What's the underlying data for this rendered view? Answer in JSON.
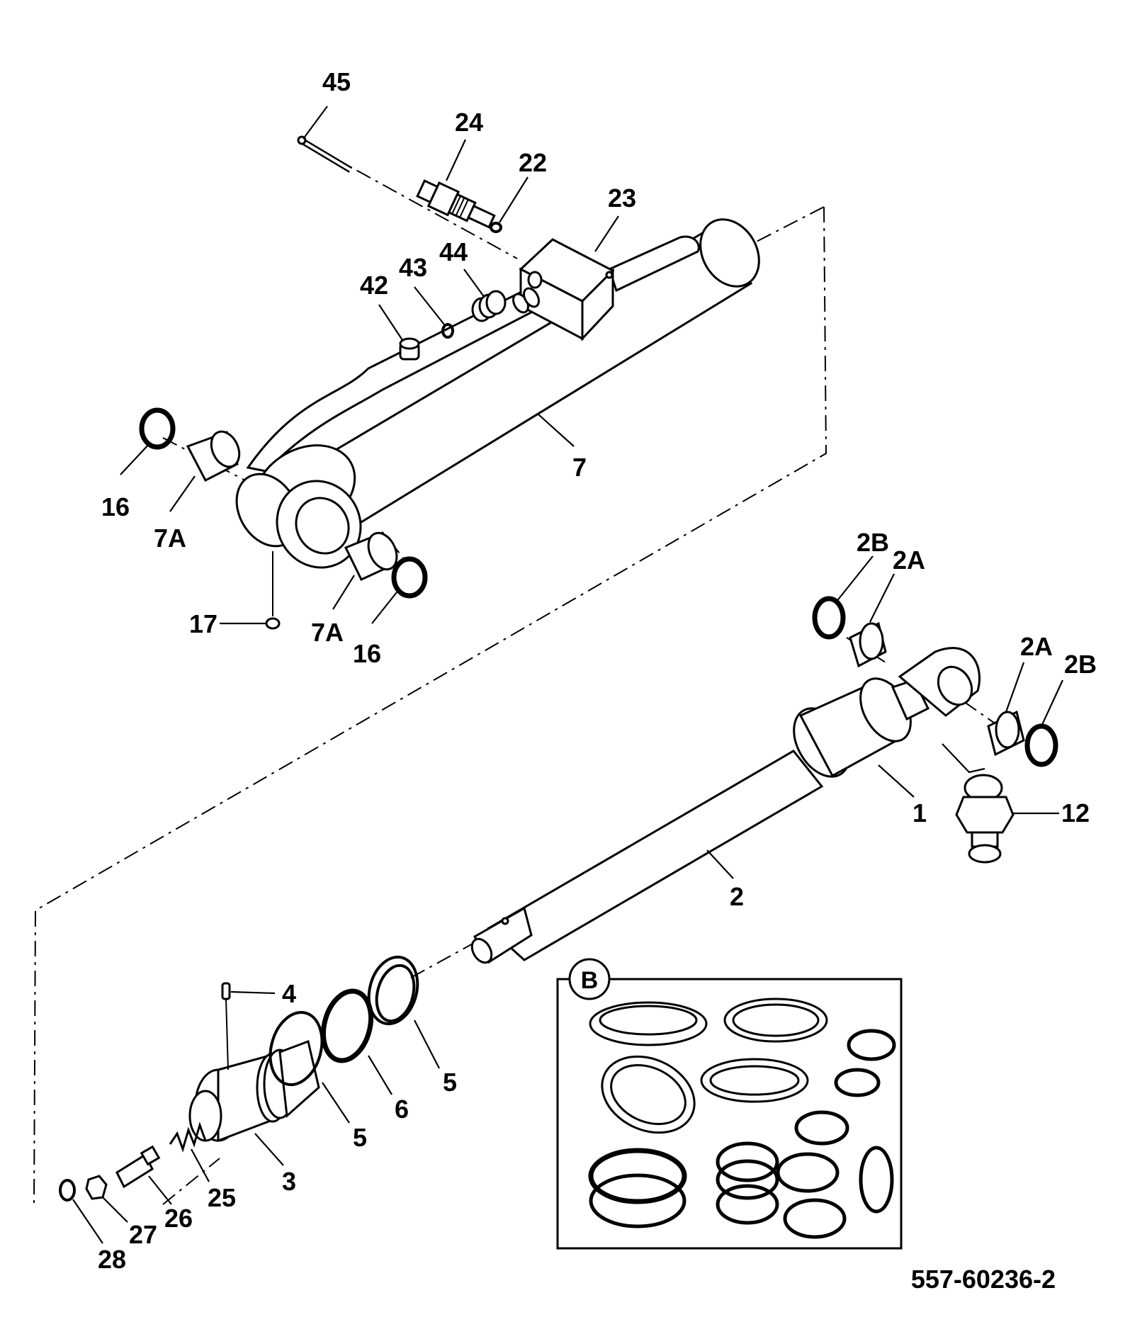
{
  "drawing_number": "557-60236-2",
  "kit": {
    "label": "B"
  },
  "callouts": [
    {
      "id": "c45",
      "text": "45"
    },
    {
      "id": "c24",
      "text": "24"
    },
    {
      "id": "c22",
      "text": "22"
    },
    {
      "id": "c23",
      "text": "23"
    },
    {
      "id": "c44",
      "text": "44"
    },
    {
      "id": "c43",
      "text": "43"
    },
    {
      "id": "c42",
      "text": "42"
    },
    {
      "id": "c7",
      "text": "7"
    },
    {
      "id": "c16a",
      "text": "16"
    },
    {
      "id": "c7Aa",
      "text": "7A"
    },
    {
      "id": "c17",
      "text": "17"
    },
    {
      "id": "c7Ab",
      "text": "7A"
    },
    {
      "id": "c16b",
      "text": "16"
    },
    {
      "id": "c2Ba",
      "text": "2B"
    },
    {
      "id": "c2Aa",
      "text": "2A"
    },
    {
      "id": "c2Ab",
      "text": "2A"
    },
    {
      "id": "c2Bb",
      "text": "2B"
    },
    {
      "id": "c1",
      "text": "1"
    },
    {
      "id": "c12",
      "text": "12"
    },
    {
      "id": "c2",
      "text": "2"
    },
    {
      "id": "c4",
      "text": "4"
    },
    {
      "id": "c5a",
      "text": "5"
    },
    {
      "id": "c6",
      "text": "6"
    },
    {
      "id": "c5b",
      "text": "5"
    },
    {
      "id": "c3",
      "text": "3"
    },
    {
      "id": "c25",
      "text": "25"
    },
    {
      "id": "c26",
      "text": "26"
    },
    {
      "id": "c27",
      "text": "27"
    },
    {
      "id": "c28",
      "text": "28"
    }
  ]
}
